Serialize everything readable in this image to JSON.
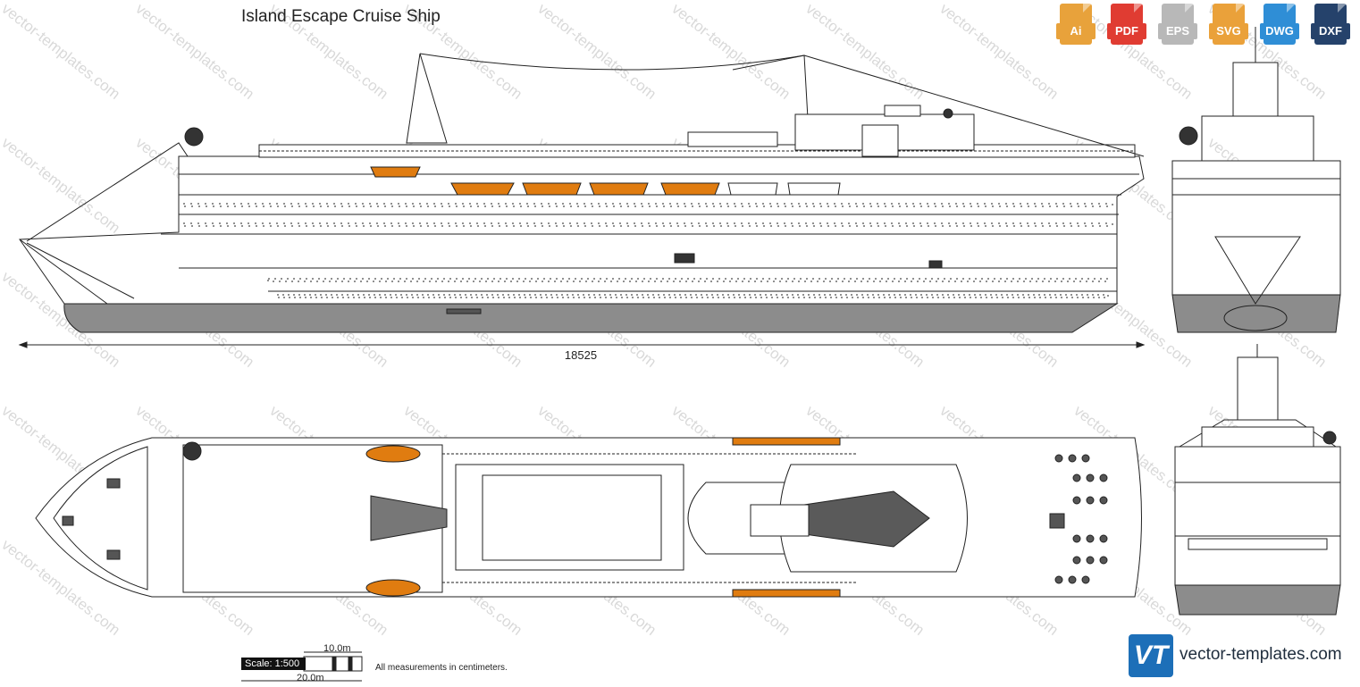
{
  "title": "Island Escape Cruise Ship",
  "dimension_label": "18525",
  "formats": [
    {
      "label": "Ai",
      "color": "#e8a23b",
      "icon": "ai-file-icon"
    },
    {
      "label": "PDF",
      "color": "#e03c32",
      "icon": "pdf-file-icon"
    },
    {
      "label": "EPS",
      "color": "#b8b8b8",
      "icon": "eps-file-icon"
    },
    {
      "label": "SVG",
      "color": "#eaa13a",
      "icon": "svg-file-icon"
    },
    {
      "label": "DWG",
      "color": "#2f8ed6",
      "icon": "dwg-file-icon"
    },
    {
      "label": "DXF",
      "color": "#25426b",
      "icon": "dxf-file-icon"
    }
  ],
  "scale": {
    "label": "Scale: 1:500",
    "top_label": "10.0m",
    "bottom_label": "20.0m"
  },
  "measurement_note": "All measurements in centimeters.",
  "brand": {
    "logo_text": "VT",
    "site": "vector-templates.com"
  },
  "watermark": "vector-templates.com",
  "colors": {
    "hull": "#8c8c8c",
    "lifeboat": "#e07c10",
    "line": "#222222",
    "logo": "#1d6fb8"
  }
}
